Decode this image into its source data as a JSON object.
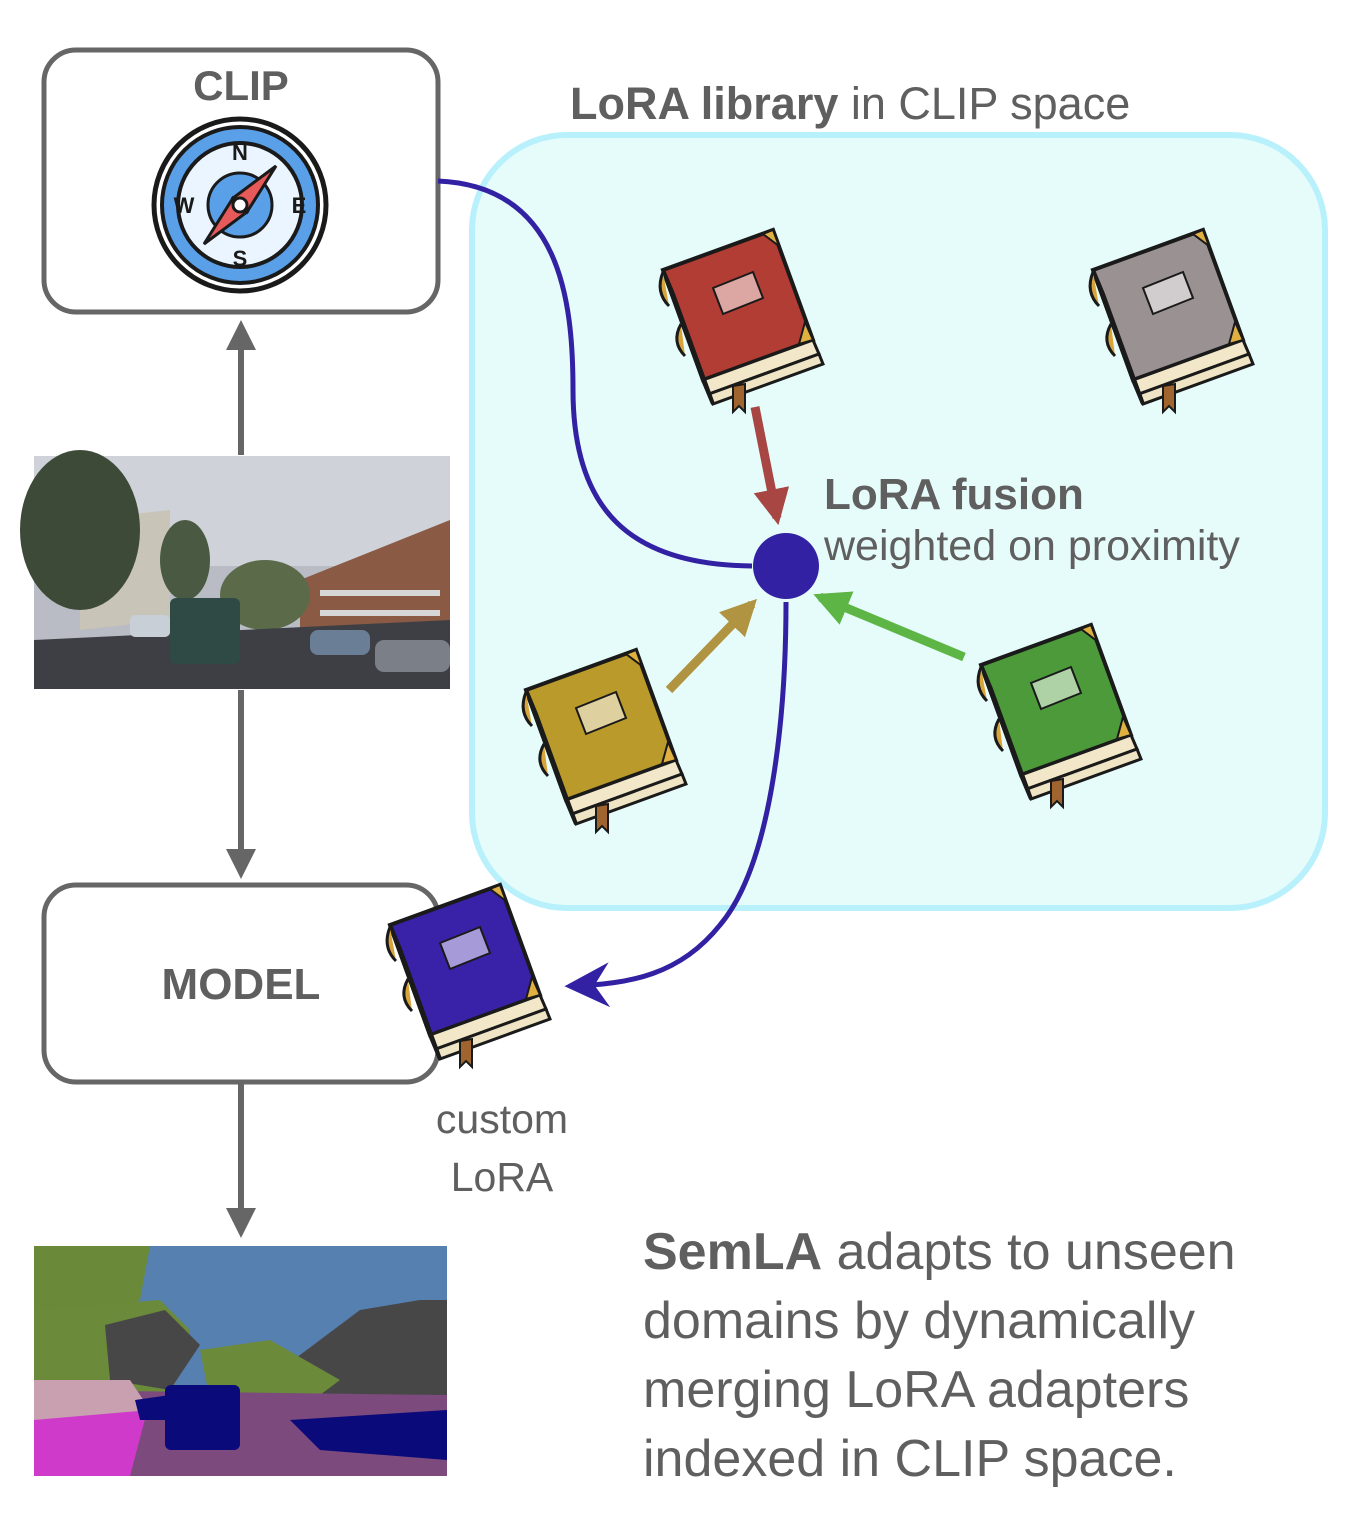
{
  "library": {
    "title_bold": "LoRA library",
    "title_rest": " in CLIP space"
  },
  "clip": {
    "label": "CLIP",
    "compass": {
      "n": "N",
      "e": "E",
      "s": "S",
      "w": "W"
    }
  },
  "model": {
    "label": "MODEL"
  },
  "fusion": {
    "title": "LoRA fusion",
    "subtitle": "weighted on proximity"
  },
  "custom_lora": {
    "line1": "custom",
    "line2": "LoRA"
  },
  "summary": {
    "bold": "SemLA",
    "line1_rest": " adapts to unseen",
    "line2": "domains by dynamically",
    "line3": "merging LoRA adapters",
    "line4": "indexed in CLIP space."
  },
  "colors": {
    "library_fill": "#e6fcfa",
    "library_border": "#b8f1fb",
    "fusion_node": "#3221a3",
    "gray_arrow": "#666666",
    "red_book": "#b13d34",
    "gray_book": "#9a9193",
    "yellow_book": "#b99a2a",
    "green_book": "#4c9a3a",
    "blue_book": "#3a22a8",
    "red_arrow": "#a84644",
    "yellow_arrow": "#b09442",
    "green_arrow": "#5db545"
  }
}
